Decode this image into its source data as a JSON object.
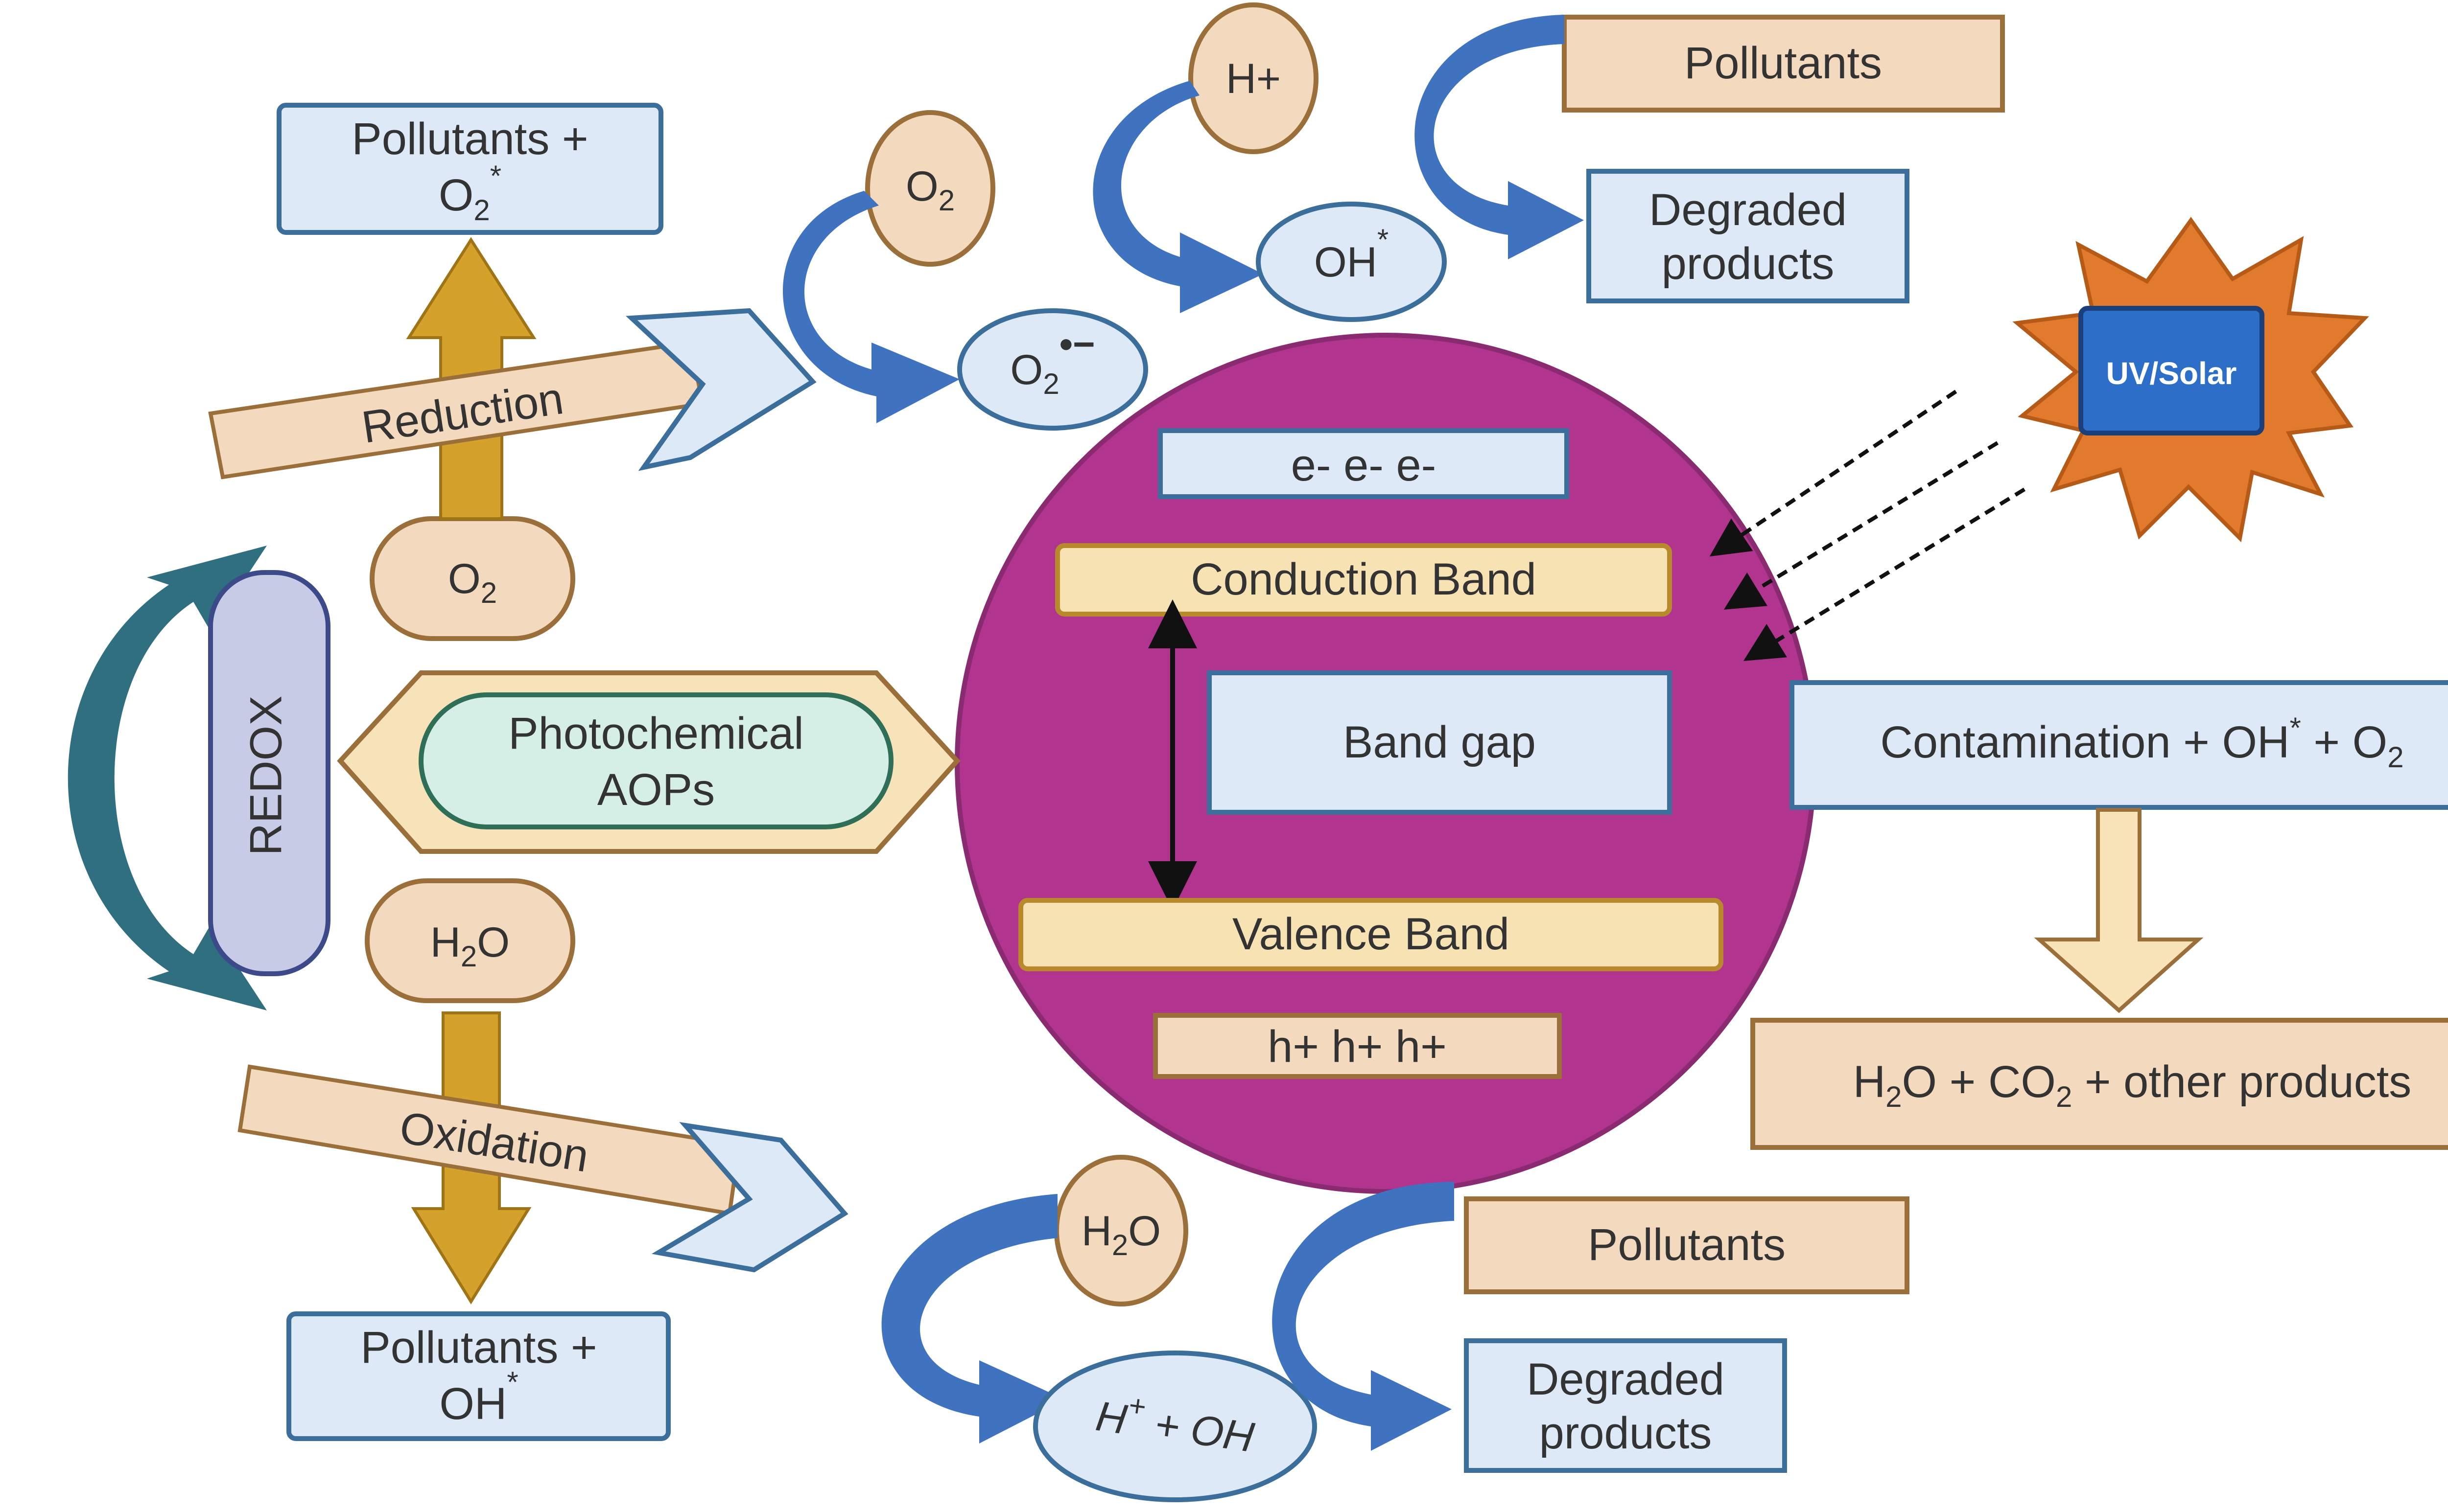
{
  "center": {
    "electrons": "e-   e-   e-",
    "conduction_band": "Conduction Band",
    "band_gap": "Band gap",
    "valence_band": "Valence Band",
    "holes": "h+   h+   h+"
  },
  "sun": {
    "label": "UV/Solar"
  },
  "left": {
    "redox": "REDOX",
    "aops_line1": "Photochemical",
    "aops_line2": "AOPs",
    "reduction_label": "Reduction",
    "oxidation_label": "Oxidation",
    "o2_main": "O",
    "o2_sub": "2",
    "h2o_h": "H",
    "h2o_sub": "2",
    "h2o_o": "O"
  },
  "reduction_branch": {
    "product_line1": "Pollutants +",
    "product_line2": "O",
    "product_sub": "2",
    "product_sup": "*",
    "o2_main": "O",
    "o2_sub": "2",
    "superoxide_main": "O",
    "superoxide_sub": "2",
    "superoxide_sup": "•−",
    "hplus": "H+",
    "oh_main": "OH",
    "oh_sup": "*",
    "pollutants": "Pollutants",
    "degraded_line1": "Degraded",
    "degraded_line2": "products"
  },
  "oxidation_branch": {
    "product_line1": "Pollutants +",
    "product_line2": "OH",
    "product_sup": "*",
    "h2o_h": "H",
    "h2o_sub": "2",
    "h2o_o": "O",
    "ions_h": "H",
    "ions_sup": "+",
    "ions_rest": " + OH",
    "pollutants": "Pollutants",
    "degraded_line1": "Degraded",
    "degraded_line2": "products"
  },
  "right": {
    "contamination_text": "Contamination + OH",
    "contamination_sup": "*",
    "contamination_plus": " + O",
    "contamination_sub": "2",
    "final_h": "H",
    "final_sub1": "2",
    "final_mid": "O + CO",
    "final_sub2": "2",
    "final_rest": " + other products"
  },
  "colors": {
    "circle_fill": "#b1358e",
    "band_fill": "#f6e2b3",
    "light_blue_fill": "#dde9f7",
    "blue_border": "#3c6e9c",
    "tan_fill": "#f3d9bd",
    "tan_border": "#9b6f3a",
    "gold_arrow": "#d4a22b",
    "blue_arrow": "#3f73c0",
    "teal_arrow": "#2f6f7f",
    "sun_fill": "#e27a2e",
    "sun_inner": "#2d6fc8",
    "redox_fill": "#c8cbe6",
    "aops_fill": "#d6efe6"
  }
}
